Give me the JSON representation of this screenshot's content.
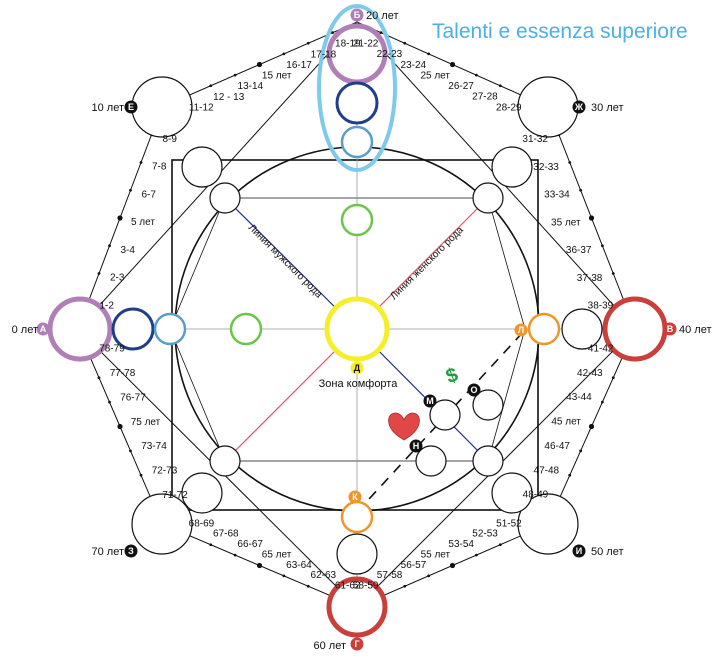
{
  "title": "Talenti e essenza superiore",
  "center": {
    "letter": "Д",
    "caption": "Зона комфорта"
  },
  "lines": {
    "male": "Линия мужского рода",
    "female": "Линия женского рода"
  },
  "symbols": {
    "dollar": "$"
  },
  "points": {
    "A": {
      "letter": "А",
      "age": "0 лет",
      "color": "#b07fb8"
    },
    "B": {
      "letter": "Б",
      "age": "20 лет",
      "color": "#b07fb8"
    },
    "V": {
      "letter": "В",
      "age": "40 лет",
      "color": "#c9403b"
    },
    "G": {
      "letter": "Г",
      "age": "60 лет",
      "color": "#c9403b"
    },
    "E": {
      "letter": "Е",
      "age": "10 лет",
      "color": "#000000"
    },
    "Zh": {
      "letter": "Ж",
      "age": "30 лет",
      "color": "#000000"
    },
    "I": {
      "letter": "И",
      "age": "50 лет",
      "color": "#000000"
    },
    "Z": {
      "letter": "З",
      "age": "70 лет",
      "color": "#000000"
    },
    "L": {
      "letter": "Л",
      "color": "#f0952a"
    },
    "K": {
      "letter": "К",
      "color": "#f0952a"
    },
    "M": {
      "letter": "М",
      "color": "#000000"
    },
    "N": {
      "letter": "Н",
      "color": "#000000"
    },
    "O": {
      "letter": "О",
      "color": "#000000"
    }
  },
  "edges": {
    "A_E": [
      "1-2",
      "2-3",
      "3-4",
      "5 лет",
      "6-7",
      "7-8",
      "8-9"
    ],
    "E_B": [
      "11-12",
      "12 - 13",
      "13-14",
      "15 лет",
      "16-17",
      "17-18",
      "18-19"
    ],
    "B_Zh": [
      "21-22",
      "22-23",
      "23-24",
      "25 лет",
      "26-27",
      "27-28",
      "28-29"
    ],
    "Zh_V": [
      "31-32",
      "32-33",
      "33-34",
      "35 лет",
      "36-37",
      "37-38",
      "38-39"
    ],
    "V_I": [
      "41-42",
      "42-43",
      "43-44",
      "45 лет",
      "46-47",
      "47-48",
      "48-49"
    ],
    "I_G": [
      "51-52",
      "52-53",
      "53-54",
      "55 лет",
      "56-57",
      "57-58",
      "58-59"
    ],
    "G_Z": [
      "61-62",
      "62-63",
      "63-64",
      "65 лет",
      "66-67",
      "67-68",
      "68-69"
    ],
    "Z_A": [
      "71-72",
      "72-73",
      "73-74",
      "75 лет",
      "76-77",
      "77-78",
      "78-79"
    ]
  },
  "colors": {
    "yellow": "#f4ef2a",
    "green": "#6cc44a",
    "blue": "#5a9ec6",
    "navy": "#1f3d8a",
    "orange": "#f0952a",
    "highlight": "#7ec9ec",
    "male_line": "#1c2e8a",
    "female_line": "#e0566b"
  }
}
